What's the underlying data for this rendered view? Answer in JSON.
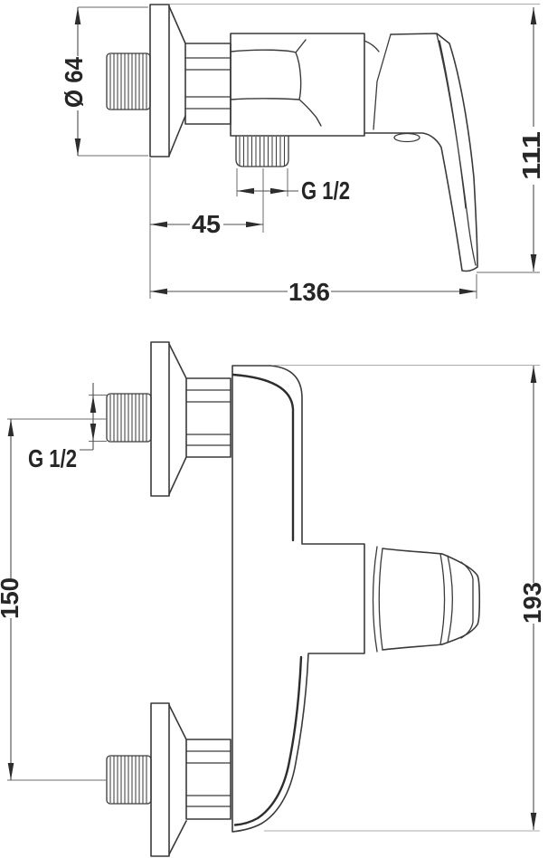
{
  "drawing": {
    "kind": "technical-dimension-drawing",
    "subject": "wall-mounted shower mixer tap, two views",
    "background": "#ffffff",
    "line_color": "#3a3a3a",
    "dimension_color": "#4d4d4d",
    "views": {
      "side": {
        "name": "side view (top drawing)",
        "dims": {
          "flange_diameter": "Ø 64",
          "outlet_thread": "G 1/2",
          "outlet_offset": "45",
          "overall_depth": "136",
          "height": "111"
        }
      },
      "front": {
        "name": "front view (bottom drawing)",
        "dims": {
          "inlet_thread": "G 1/2",
          "inlet_spacing": "150",
          "overall_height": "193"
        }
      }
    }
  }
}
